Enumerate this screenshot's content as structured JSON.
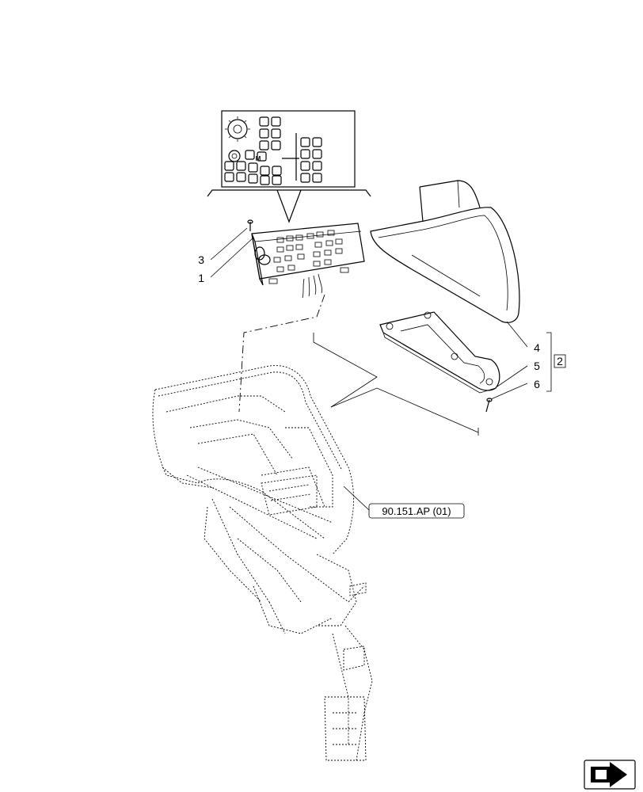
{
  "callouts": [
    {
      "id": "1",
      "label": "1"
    },
    {
      "id": "2",
      "label": "2"
    },
    {
      "id": "3",
      "label": "3"
    },
    {
      "id": "4",
      "label": "4"
    },
    {
      "id": "5",
      "label": "5"
    },
    {
      "id": "6",
      "label": "6"
    }
  ],
  "reference": {
    "label": "90.151.AP (01)"
  },
  "keypad_labels": {
    "m_key": "M"
  },
  "nav_icon": "next-page-arrow-icon"
}
